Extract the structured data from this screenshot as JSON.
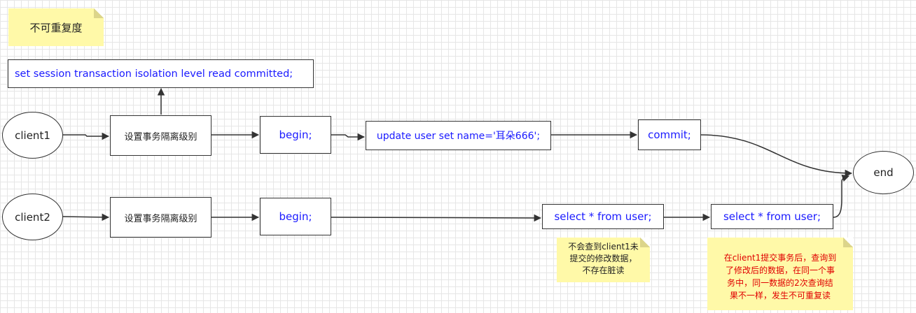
{
  "title_note": "不可重复度",
  "isolation_command": "set session transaction isolation level read committed;",
  "client1": {
    "label": "client1",
    "step_set_isolation": "设置事务隔离级别",
    "step_begin": "begin;",
    "step_update": "update user set name='耳朵666';",
    "step_commit": "commit;"
  },
  "client2": {
    "label": "client2",
    "step_set_isolation": "设置事务隔离级别",
    "step_begin": "begin;",
    "step_select_1": "select * from user;",
    "step_select_2": "select * from user;"
  },
  "end_label": "end",
  "note_no_dirty_read": "不会查到client1未\n提交的修改数据，\n不存在脏读",
  "note_non_repeatable": "在client1提交事务后，查询到\n了修改后的数据，在同一个事\n务中，同一数据的2次查询结\n果不一样，发生不可重复读",
  "colors": {
    "note_fill": "#fff9a8",
    "command_text": "#1a1aff",
    "warning_text": "#e00000",
    "edge": "#333333"
  }
}
